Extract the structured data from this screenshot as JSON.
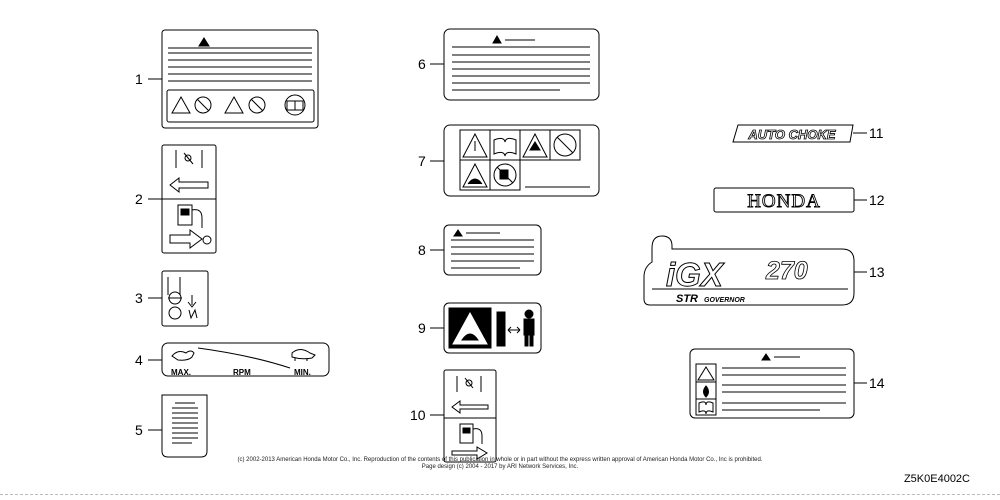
{
  "callouts": [
    "1",
    "2",
    "3",
    "4",
    "5",
    "6",
    "7",
    "8",
    "9",
    "10",
    "11",
    "12",
    "13",
    "14"
  ],
  "labels": {
    "rpm_max": "MAX.",
    "rpm_mid": "RPM",
    "rpm_min": "MIN.",
    "auto_choke": "AUTO CHOKE",
    "honda": "HONDA",
    "igx": "iGX",
    "igx_model": "270",
    "str": "STR",
    "governor": "GOVERNOR"
  },
  "copyright": {
    "line1": "(c) 2002-2013 American Honda Motor Co., Inc. Reproduction of the contents of this publication in whole or in part without the express written approval of American Honda Motor Co., Inc is prohibited.",
    "line2": "Page design (c) 2004 - 2017 by ARI Network Services, Inc."
  },
  "diagram_code": "Z5K0E4002C"
}
